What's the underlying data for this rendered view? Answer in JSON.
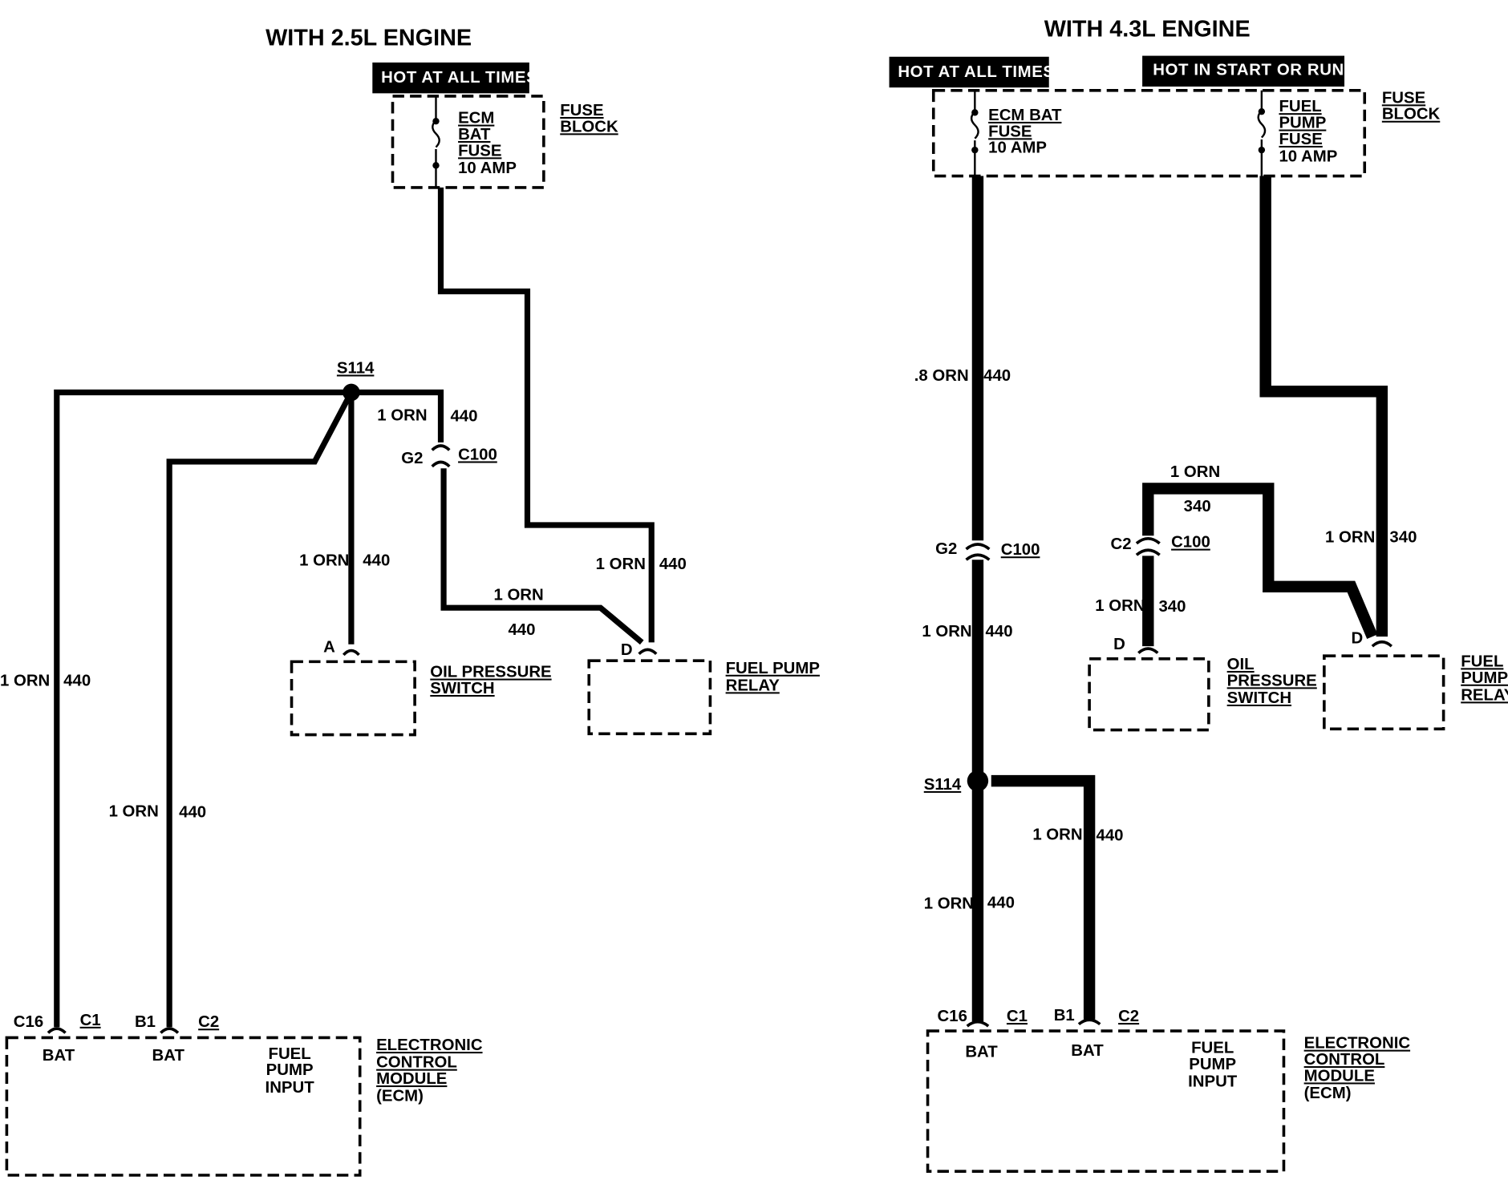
{
  "left": {
    "title": "WITH 2.5L ENGINE",
    "hot_label": "HOT AT ALL TIMES",
    "fuse": [
      "ECM",
      "BAT",
      "FUSE",
      "10 AMP"
    ],
    "fuse_block": [
      "FUSE",
      "BLOCK"
    ],
    "splice": "S114",
    "connector_g2": "G2",
    "connector_c100": "C100",
    "oil_pin": "A",
    "relay_pin": "D",
    "oil_switch": [
      "OIL PRESSURE",
      "SWITCH"
    ],
    "relay": [
      "FUEL PUMP",
      "RELAY"
    ],
    "wire_color": "1 ORN",
    "circuit": "440",
    "pins": {
      "c16": "C16",
      "c1": "C1",
      "b1": "B1",
      "c2": "C2"
    },
    "ecm_terminals": [
      "BAT",
      "BAT"
    ],
    "ecm_input": [
      "FUEL",
      "PUMP",
      "INPUT"
    ],
    "ecm": [
      "ELECTRONIC",
      "CONTROL",
      "MODULE",
      "(ECM)"
    ]
  },
  "right": {
    "title": "WITH 4.3L ENGINE",
    "hot_label_1": "HOT AT ALL TIMES",
    "hot_label_2": "HOT IN START OR RUN",
    "fuse_1": [
      "ECM BAT",
      "FUSE",
      "10 AMP"
    ],
    "fuse_2": [
      "FUEL",
      "PUMP",
      "FUSE",
      "10 AMP"
    ],
    "fuse_block": [
      "FUSE",
      "BLOCK"
    ],
    "main_wire": ".8 ORN",
    "wire_color": "1 ORN",
    "circuit_440": "440",
    "circuit_340": "340",
    "connector_g2": "G2",
    "connector_c2": "C2",
    "connector_c100": "C100",
    "oil_pin": "D",
    "relay_pin": "D",
    "oil_switch": [
      "OIL",
      "PRESSURE",
      "SWITCH"
    ],
    "relay": [
      "FUEL",
      "PUMP",
      "RELAY"
    ],
    "splice": "S114",
    "pins": {
      "c16": "C16",
      "c1": "C1",
      "b1": "B1",
      "c2": "C2"
    },
    "ecm_terminals": [
      "BAT",
      "BAT"
    ],
    "ecm_input": [
      "FUEL",
      "PUMP",
      "INPUT"
    ],
    "ecm": [
      "ELECTRONIC",
      "CONTROL",
      "MODULE",
      "(ECM)"
    ]
  }
}
